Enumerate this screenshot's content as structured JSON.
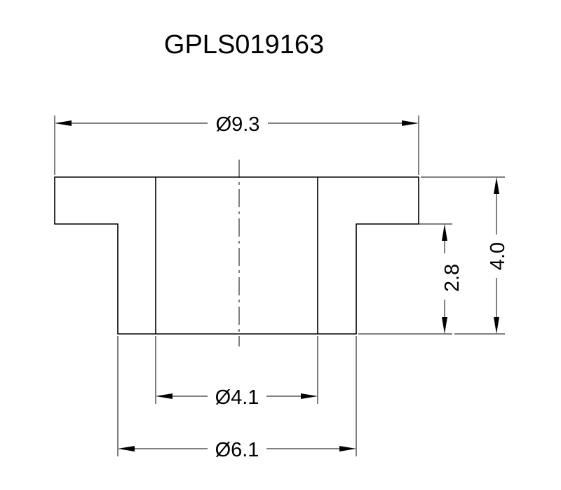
{
  "part_number": "GPLS019163",
  "dimensions": {
    "flange_diameter": "Ø9.3",
    "bore_diameter": "Ø4.1",
    "body_diameter": "Ø6.1",
    "body_length": "2.8",
    "overall_length": "4.0"
  },
  "colors": {
    "line": "#000000",
    "background": "#ffffff"
  }
}
